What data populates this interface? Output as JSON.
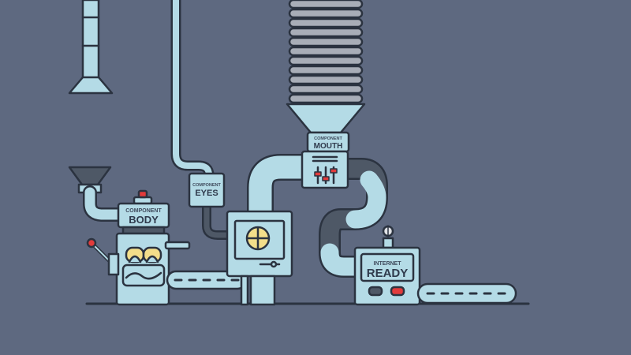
{
  "machine": {
    "body_unit": {
      "small": "COMPONENT",
      "big": "BODY"
    },
    "eyes_unit": {
      "small": "COMPONENT",
      "big": "EYES"
    },
    "mouth_unit": {
      "small": "COMPONENT",
      "big": "MOUTH"
    },
    "output_unit": {
      "small": "INTERNET",
      "big": "READY"
    }
  },
  "colors": {
    "background": "#5e6980",
    "pipe_light": "#b4dbe6",
    "pipe_dark": "#4e5866",
    "panel": "#b4dbe6",
    "outline": "#2b3340",
    "light_red": "#e23b3b",
    "crosshair_yellow": "#f3de8a"
  },
  "icons": [
    "exhaust-hood-icon",
    "funnel-icon",
    "crosshair-icon",
    "slider-controls-icon",
    "lightbulb-icon",
    "lever-icon"
  ]
}
